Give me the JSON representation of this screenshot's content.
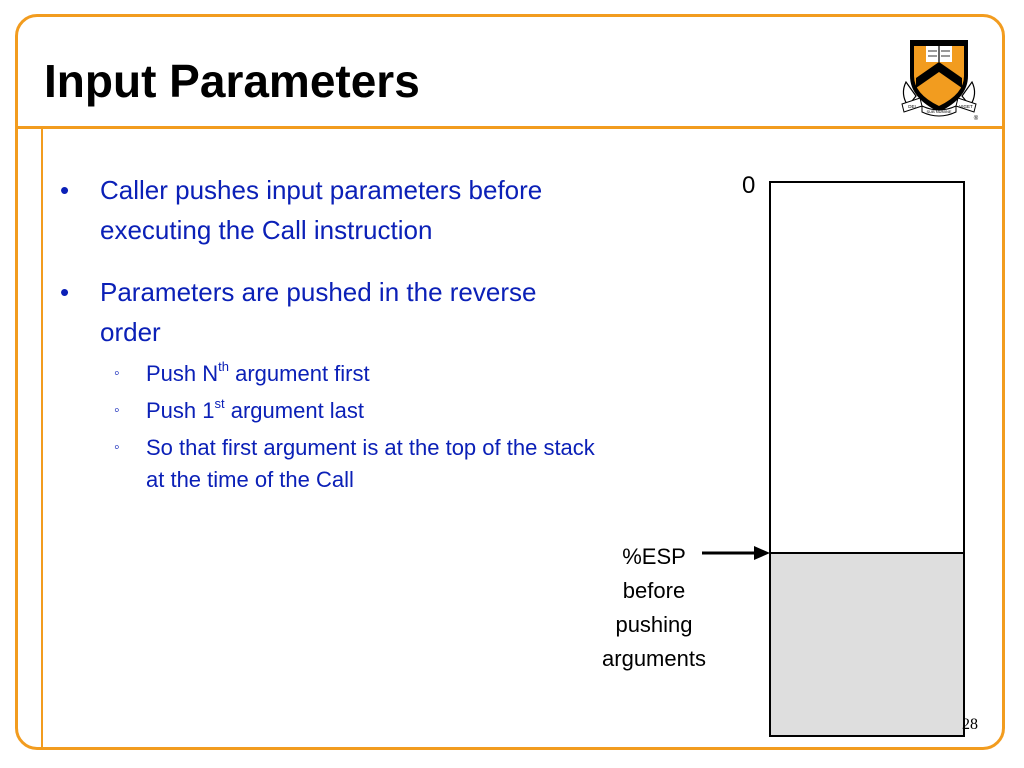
{
  "slide": {
    "title": "Input Parameters",
    "page_number": "28",
    "accent_color": "#f29c1f",
    "bullet_color": "#0b20b7"
  },
  "logo": {
    "name": "princeton-shield-icon",
    "motto_left": "DEI",
    "motto_center": "SUB NUMINE",
    "motto_right": "VIGET"
  },
  "bullets": [
    {
      "marker": "•",
      "text": "Caller pushes input parameters before executing the Call instruction"
    },
    {
      "marker": "•",
      "text": "Parameters are pushed in the reverse order",
      "sub": [
        {
          "marker": "◦",
          "pre": "Push N",
          "sup": "th",
          "post": " argument first"
        },
        {
          "marker": "◦",
          "pre": "Push 1",
          "sup": "st",
          "post": " argument last"
        },
        {
          "marker": "◦",
          "text": "So that first argument is at the top of the stack at the time of the Call"
        }
      ]
    }
  ],
  "stack": {
    "top_address_label": "0",
    "esp_label_line1": "%ESP",
    "esp_label_line2": "before",
    "esp_label_line3": "pushing",
    "esp_label_line4": "arguments",
    "filled_color": "#dedede"
  }
}
